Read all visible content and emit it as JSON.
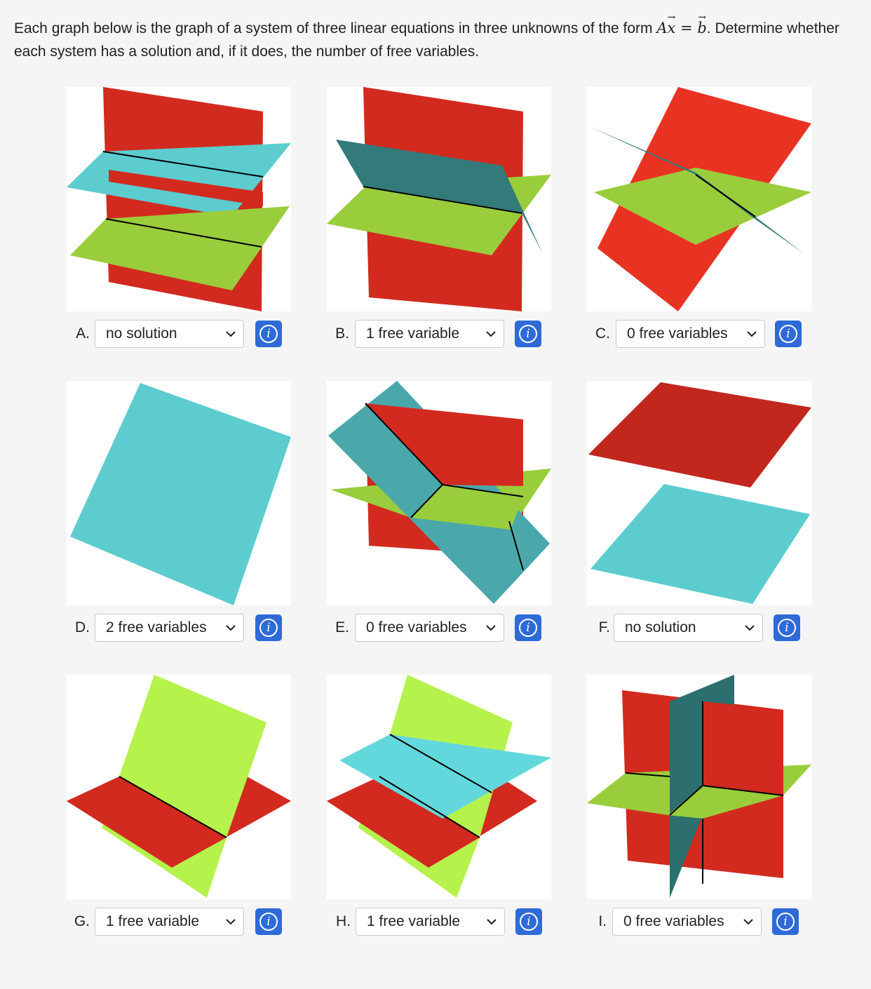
{
  "prompt": {
    "text_before": "Each graph below is the graph of a system of three linear equations in three unknowns of the form ",
    "math_A": "A",
    "math_x": "x",
    "math_eq": " = ",
    "math_b": "b",
    "text_after": ". Determine whether each system has a solution and, if it does, the number of free variables."
  },
  "colors": {
    "red": "#d22a1f",
    "cyan": "#5ccccf",
    "lime": "#9acd3c",
    "teal": "#327b7a",
    "yellowgreen": "#b6f24c",
    "info_button": "#2e6ad8"
  },
  "problems": [
    {
      "letter": "A.",
      "selected": "no solution"
    },
    {
      "letter": "B.",
      "selected": "1 free variable"
    },
    {
      "letter": "C.",
      "selected": "0 free variables"
    },
    {
      "letter": "D.",
      "selected": "2 free variables"
    },
    {
      "letter": "E.",
      "selected": "0 free variables"
    },
    {
      "letter": "F.",
      "selected": "no solution"
    },
    {
      "letter": "G.",
      "selected": "1 free variable"
    },
    {
      "letter": "H.",
      "selected": "1 free variable"
    },
    {
      "letter": "I.",
      "selected": "0 free variables"
    }
  ],
  "info_glyph": "i"
}
